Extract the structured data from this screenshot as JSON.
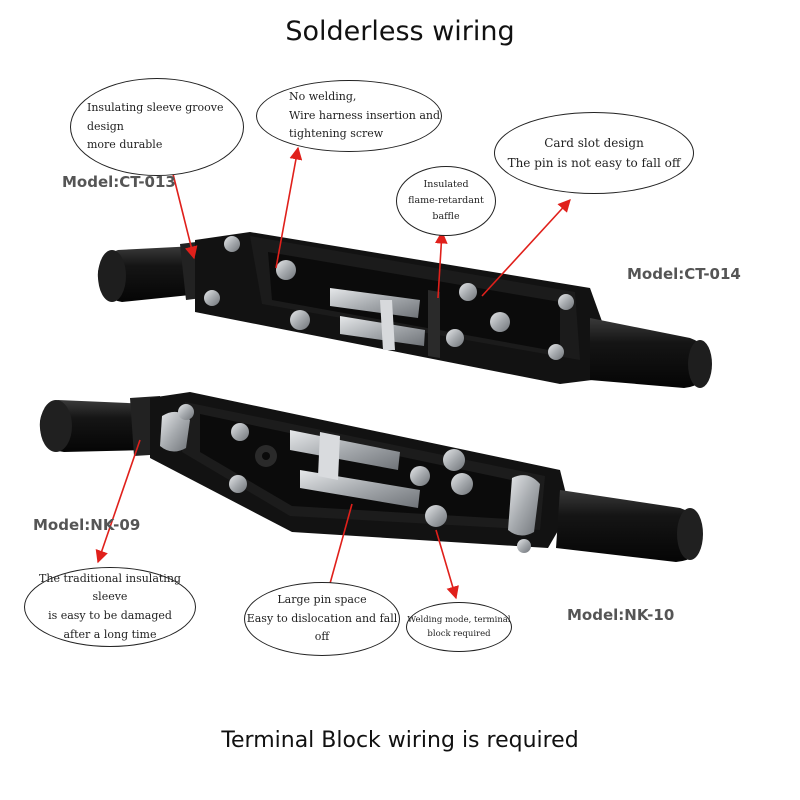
{
  "title": "Solderless wiring",
  "footer": "Terminal Block wiring is required",
  "models": {
    "ct013": "Model:CT-013",
    "ct014": "Model:CT-014",
    "nk09": "Model:NK-09",
    "nk10": "Model:NK-10"
  },
  "callouts": {
    "sleeve_groove": [
      "Insulating sleeve groove design",
      "more durable"
    ],
    "no_welding": [
      "No welding,",
      "Wire harness insertion and",
      "tightening screw"
    ],
    "card_slot": [
      "Card slot design",
      "The pin is not easy to fall off"
    ],
    "baffle": [
      "Insulated",
      "flame-retardant",
      "baffle"
    ],
    "traditional_sleeve": [
      "The traditional insulating sleeve",
      "is easy to be damaged",
      "after a long time"
    ],
    "pin_space": [
      "Large pin space",
      "Easy to dislocation and fall off"
    ],
    "welding_mode": [
      "Welding mode, terminal",
      "block required"
    ]
  },
  "colors": {
    "arrow": "#e0201b",
    "housing": "#161616",
    "metal": "#b9bcc0",
    "copper": "#c9a96a"
  }
}
